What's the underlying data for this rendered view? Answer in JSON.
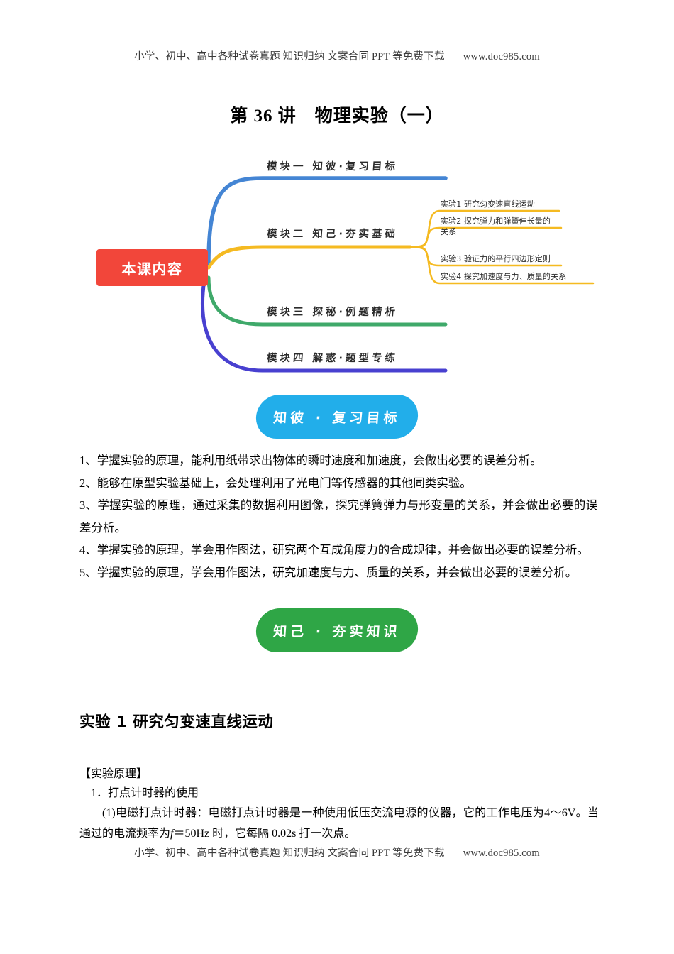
{
  "watermark": {
    "text": "小学、初中、高中各种试卷真题 知识归纳 文案合同 PPT 等免费下载",
    "url": "www.doc985.com"
  },
  "title": "第 36 讲　物理实验（一）",
  "mindmap": {
    "center": "本课内容",
    "colors": {
      "center": "#F2463A",
      "branch1": "#4485D4",
      "branch2": "#F5BA21",
      "branch3": "#3FA96A",
      "branch4": "#4840D0"
    },
    "branches": [
      {
        "label": "模块一  知彼·复习目标",
        "color": "#4485D4"
      },
      {
        "label": "模块二  知己·夯实基础",
        "color": "#F5BA21"
      },
      {
        "label": "模块三  探秘·例题精析",
        "color": "#3FA96A"
      },
      {
        "label": "模块四  解惑·题型专练",
        "color": "#4840D0"
      }
    ],
    "leaves": [
      "实验1 研究匀变速直线运动",
      "实验2 探究弹力和弹簧伸长量的\n关系",
      "实验3 验证力的平行四边形定则",
      "实验4 探究加速度与力、质量的关系"
    ]
  },
  "pills": {
    "blue": "知彼 · 复习目标",
    "green": "知己 · 夯实知识"
  },
  "objectives": [
    "1、学握实验的原理，能利用纸带求出物体的瞬时速度和加速度，会做出必要的误差分析。",
    "2、能够在原型实验基础上，会处理利用了光电门等传感器的其他同类实验。",
    "3、学握实验的原理，通过采集的数据利用图像，探究弹簧弹力与形变量的关系，并会做出必要的误差分析。",
    "4、学握实验的原理，学会用作图法，研究两个互成角度力的合成规律，并会做出必要的误差分析。",
    "5、学握实验的原理，学会用作图法，研究加速度与力、质量的关系，并会做出必要的误差分析。"
  ],
  "section": {
    "heading": "实验 1 研究匀变速直线运动",
    "principle_label": "【实验原理】",
    "item1": "1．打点计时器的使用",
    "para1_a": "(1)电磁打点计时器：电磁打点计时器是一种使用低压交流电源的仪器，它的工作电压为4～6V。当通过的电流频率为",
    "para1_f": "f",
    "para1_b": "＝50Hz 时，它每隔 0.02s 打一次点。"
  }
}
